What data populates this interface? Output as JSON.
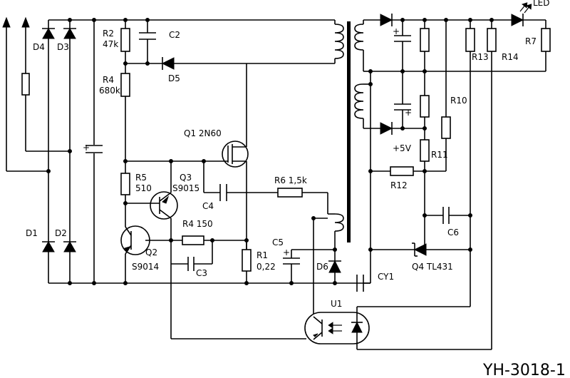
{
  "labels": {
    "d4": "D4",
    "d3": "D3",
    "d1": "D1",
    "d2": "D2",
    "r2": "R2",
    "r2_val": "47k",
    "c2": "C2",
    "d5": "D5",
    "r4a": "R4",
    "r4a_val": "680k",
    "q1": "Q1 2N60",
    "r5": "R5",
    "r5_val": "510",
    "q3": "Q3",
    "q3_type": "S9015",
    "c4": "C4",
    "r6": "R6 1,5k",
    "q2": "Q2",
    "q2_type": "S9014",
    "r4b": "R4 150",
    "c3": "C3",
    "c5": "C5",
    "r1": "R1",
    "r1_val": "0,22",
    "d6": "D6",
    "cy1": "CY1",
    "u1": "U1",
    "led": "LED",
    "r7": "R7",
    "r13": "R13",
    "r14": "R14",
    "r10": "R10",
    "v5": "+5V",
    "r11": "R11",
    "r12": "R12",
    "c6": "C6",
    "q4": "Q4 TL431",
    "plus": "+",
    "model": "YH-3018-1"
  }
}
